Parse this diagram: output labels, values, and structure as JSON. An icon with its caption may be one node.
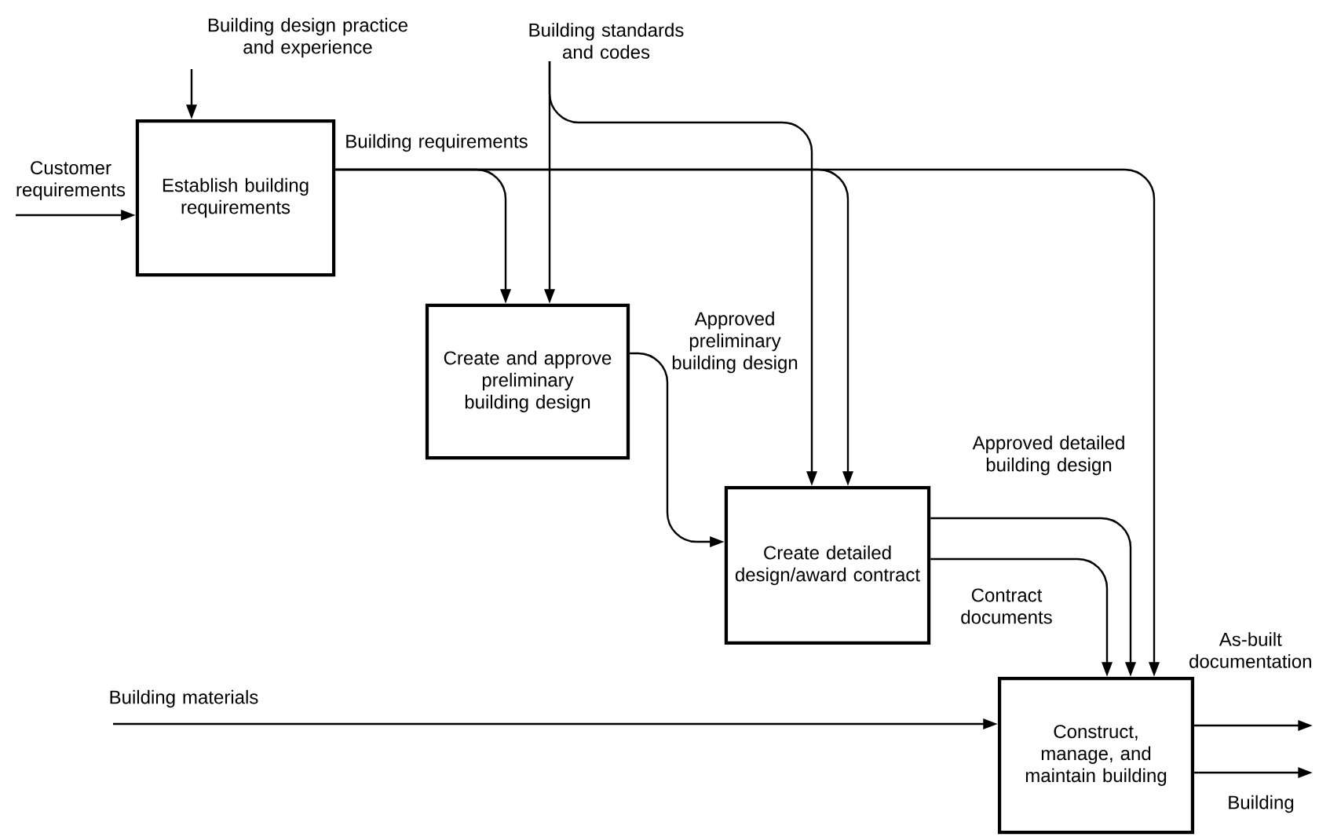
{
  "diagram": {
    "nodes": [
      {
        "text": [
          "Establish building requirements"
        ]
      },
      {
        "text": [
          "Create and approve preliminary building design"
        ]
      },
      {
        "text": [
          "Create detailed design/award contract"
        ]
      },
      {
        "text": [
          "Construct, manage, and maintain building"
        ]
      },
      {
        "text": [
          "Building standards and codes"
        ]
      }
    ],
    "edges": [
      {
        "from": null,
        "to": 0,
        "arrow": "to",
        "label": "Customer requirements"
      },
      {
        "from": null,
        "to": 0,
        "arrow": "to",
        "label": "Building design practice and experience"
      },
      {
        "from": 4,
        "to": 1,
        "arrow": "to"
      },
      {
        "from": 4,
        "to": 2,
        "arrow": "to"
      },
      {
        "from": 0,
        "to": 1,
        "arrow": "to",
        "label": "Building requirements"
      },
      {
        "from": 0,
        "to": 2,
        "arrow": "to"
      },
      {
        "from": 0,
        "to": 3,
        "arrow": "to"
      },
      {
        "from": 1,
        "to": 2,
        "arrow": "to",
        "label": "Approved preliminary building design"
      },
      {
        "from": 2,
        "to": 3,
        "arrow": "to",
        "label": "Approved detailed building design"
      },
      {
        "from": 2,
        "to": 3,
        "arrow": "to",
        "label": "Contract documents"
      },
      {
        "from": null,
        "to": 3,
        "arrow": "to",
        "label": "Building materials"
      },
      {
        "from": 3,
        "to": null,
        "arrow": "to",
        "label": "As-built documentation"
      },
      {
        "from": 3,
        "to": null,
        "arrow": "to",
        "label": "Building"
      }
    ]
  }
}
